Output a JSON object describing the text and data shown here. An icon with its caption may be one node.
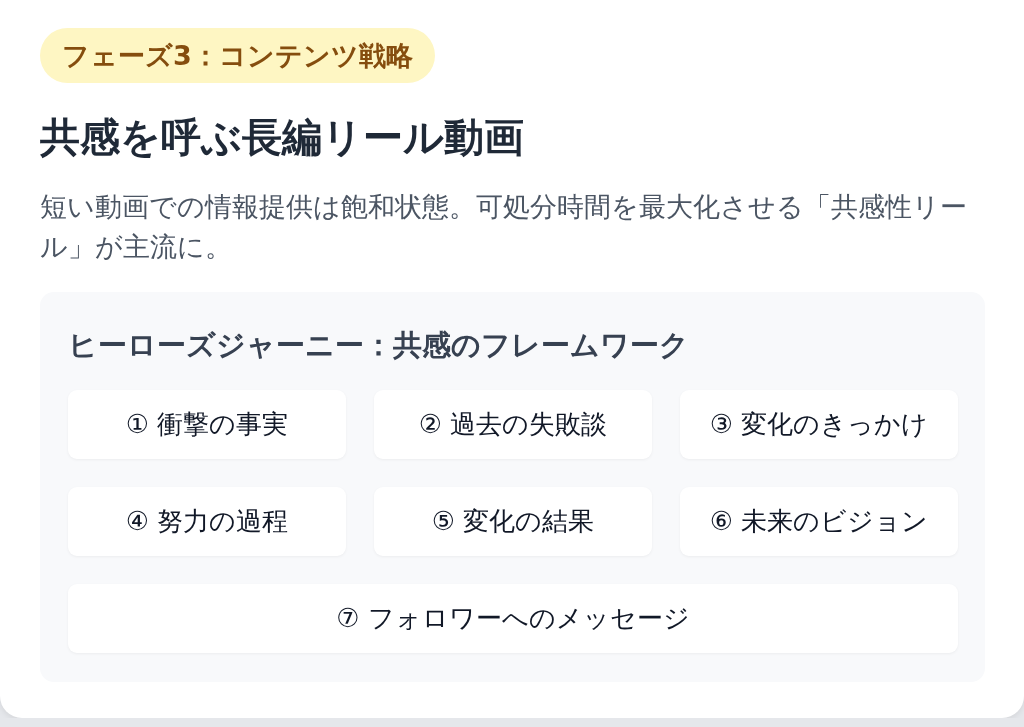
{
  "diagram": {
    "title": "共感を呼ぶ長編リール動画",
    "nodes": [
      {
        "text": [
          "フェーズ3：コンテンツ戦略"
        ]
      },
      {
        "text": [
          "ヒーローズジャーニー：共感のフレームワーク"
        ]
      },
      {
        "text": [
          "① 衝撃の事実"
        ],
        "in": 1
      },
      {
        "text": [
          "② 過去の失敗談"
        ],
        "in": 1
      },
      {
        "text": [
          "③ 変化のきっかけ"
        ],
        "in": 1
      },
      {
        "text": [
          "④ 努力の過程"
        ],
        "in": 1
      },
      {
        "text": [
          "⑤ 変化の結果"
        ],
        "in": 1
      },
      {
        "text": [
          "⑥ 未来のビジョン"
        ],
        "in": 1
      },
      {
        "text": [
          "⑦ フォロワーへのメッセージ"
        ],
        "in": 1
      }
    ],
    "edges": [],
    "labels": [
      "短い動画での情報提供は飽和状態。可処分時間を最大化させる「共感性リール」が主流に。"
    ]
  }
}
